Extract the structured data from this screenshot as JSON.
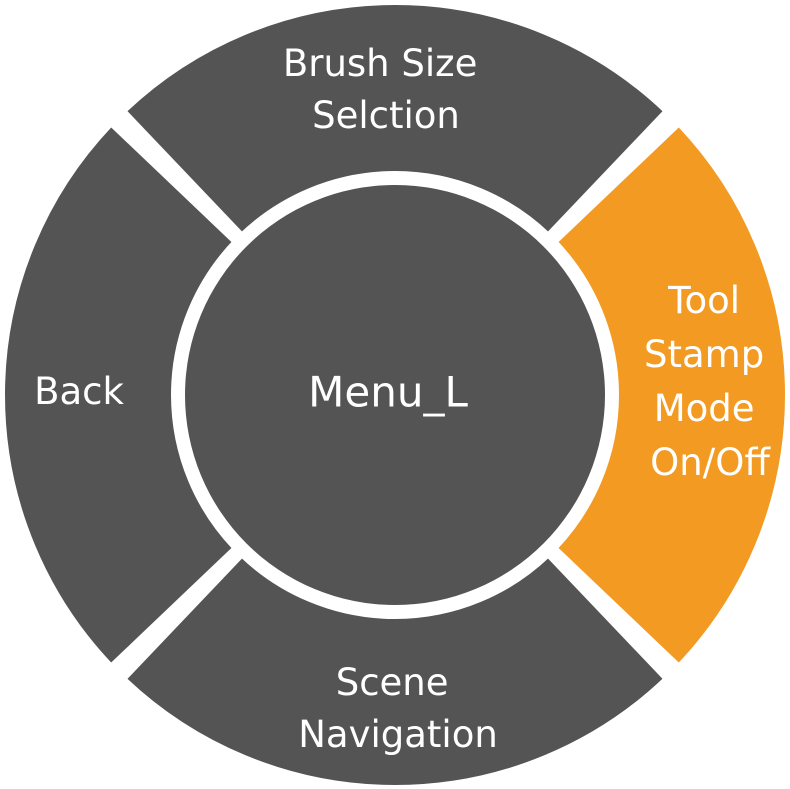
{
  "menu": {
    "center": {
      "label": "Menu_L"
    },
    "segments": {
      "top": {
        "lines": [
          "Brush Size",
          "Selction"
        ],
        "active": false
      },
      "right": {
        "lines": [
          "Tool",
          "Stamp",
          "Mode",
          "On/Off"
        ],
        "active": true
      },
      "bottom": {
        "lines": [
          "Scene",
          "Navigation"
        ],
        "active": false
      },
      "left": {
        "lines": [
          "Back"
        ],
        "active": false
      }
    }
  },
  "colors": {
    "segment": "#535453",
    "segment_active": "#f39a22",
    "divider": "#ffffff",
    "text": "#ffffff"
  }
}
